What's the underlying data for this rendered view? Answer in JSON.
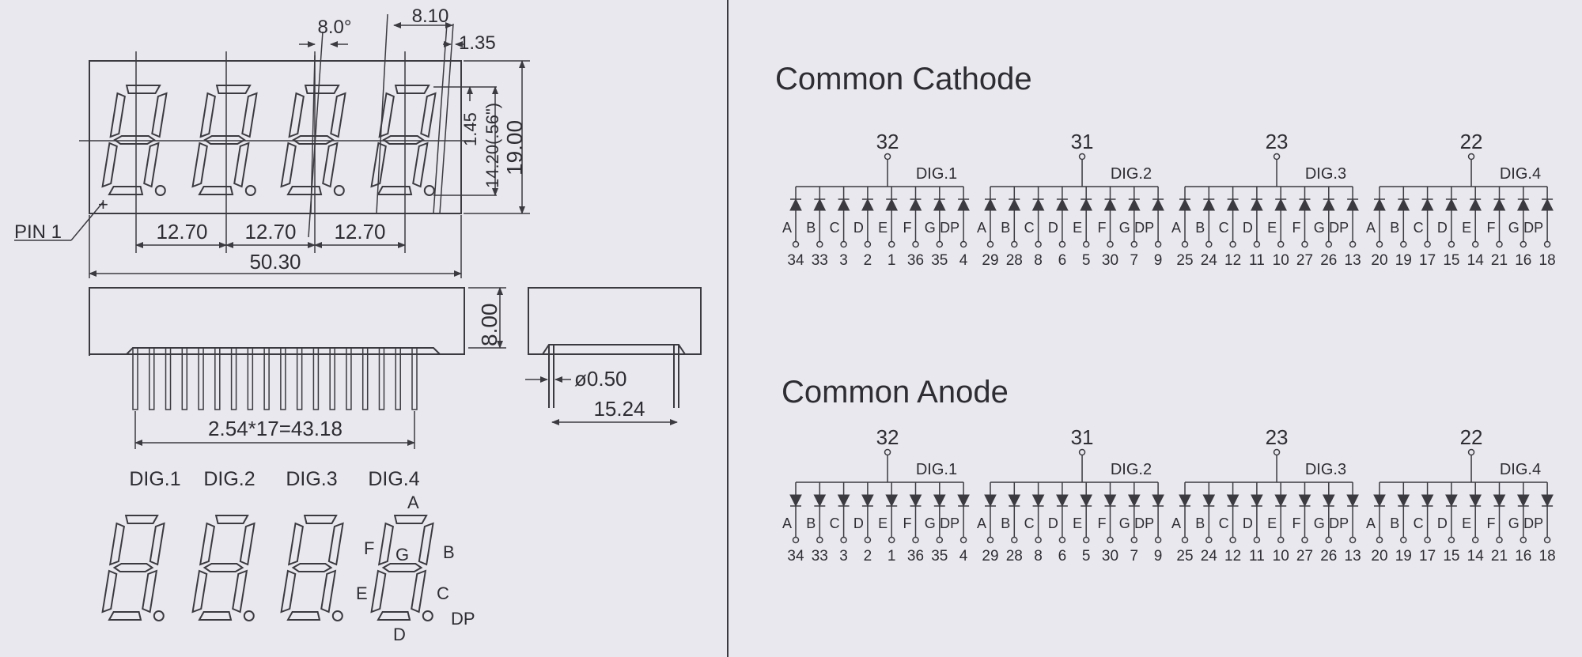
{
  "drawing": {
    "pin1_label": "PIN 1",
    "dim_angle": "8.0°",
    "dim_810": "8.10",
    "dim_135": "1.35",
    "dim_145": "1.45",
    "dim_1420": "14.20(.56\")",
    "dim_1900": "19.00",
    "dim_pitch": [
      "12.70",
      "12.70",
      "12.70"
    ],
    "dim_width": "50.30",
    "dim_height": "8.00",
    "dim_pin_dia": "ø0.50",
    "dim_row_spacing": "15.24",
    "dim_pin_span": "2.54*17=43.18"
  },
  "segments": {
    "digit_labels": [
      "DIG.1",
      "DIG.2",
      "DIG.3",
      "DIG.4"
    ],
    "seg_a": "A",
    "seg_b": "B",
    "seg_c": "C",
    "seg_d": "D",
    "seg_e": "E",
    "seg_f": "F",
    "seg_g": "G",
    "seg_dp": "DP"
  },
  "schematics": {
    "cathode_title": "Common Cathode",
    "anode_title": "Common Anode",
    "segment_names": [
      "A",
      "B",
      "C",
      "D",
      "E",
      "F",
      "G",
      "DP"
    ],
    "digits": [
      {
        "label": "DIG.1",
        "common_pin": "32",
        "pins": [
          "34",
          "33",
          "3",
          "2",
          "1",
          "36",
          "35",
          "4"
        ]
      },
      {
        "label": "DIG.2",
        "common_pin": "31",
        "pins": [
          "29",
          "28",
          "8",
          "6",
          "5",
          "30",
          "7",
          "9"
        ]
      },
      {
        "label": "DIG.3",
        "common_pin": "23",
        "pins": [
          "25",
          "24",
          "12",
          "11",
          "10",
          "27",
          "26",
          "13"
        ]
      },
      {
        "label": "DIG.4",
        "common_pin": "22",
        "pins": [
          "20",
          "19",
          "17",
          "15",
          "14",
          "21",
          "16",
          "18"
        ]
      }
    ]
  }
}
